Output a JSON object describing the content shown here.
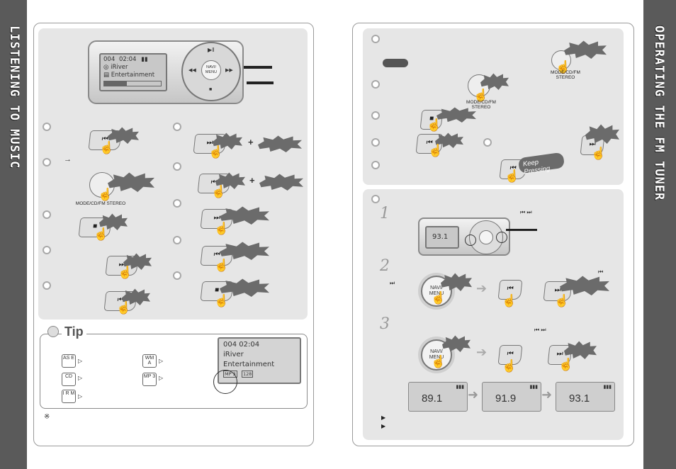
{
  "left_section": {
    "vertical_title": "LISTENING TO MUSIC"
  },
  "right_section": {
    "vertical_title": "OPERATING THE FM TUNER"
  },
  "device_display": {
    "track_number": "004",
    "time": "02:04",
    "artist": "iRiver",
    "title": "Entertainment"
  },
  "center_button": "NAVI/ MENU",
  "mode_button_caption": "MODE/CD/FM STEREO",
  "keep_pressing_label": "Keep Pressing",
  "arrow_glyph": "→",
  "plus_glyph": "+",
  "tip": {
    "heading": "Tip",
    "codes": [
      "AS E",
      "WM A",
      "CD",
      "MP 3",
      "I R M"
    ],
    "note_symbol": "※",
    "lcd": {
      "line1": "004  02:04",
      "artist": "iRiver",
      "title": "Entertainment",
      "codes": [
        "MP 3",
        "128"
      ]
    }
  },
  "tuner_steps": [
    "1",
    "2",
    "3"
  ],
  "tuner_lcd_frequency": "93.1",
  "frequencies": [
    "89.1",
    "91.9",
    "93.1"
  ]
}
